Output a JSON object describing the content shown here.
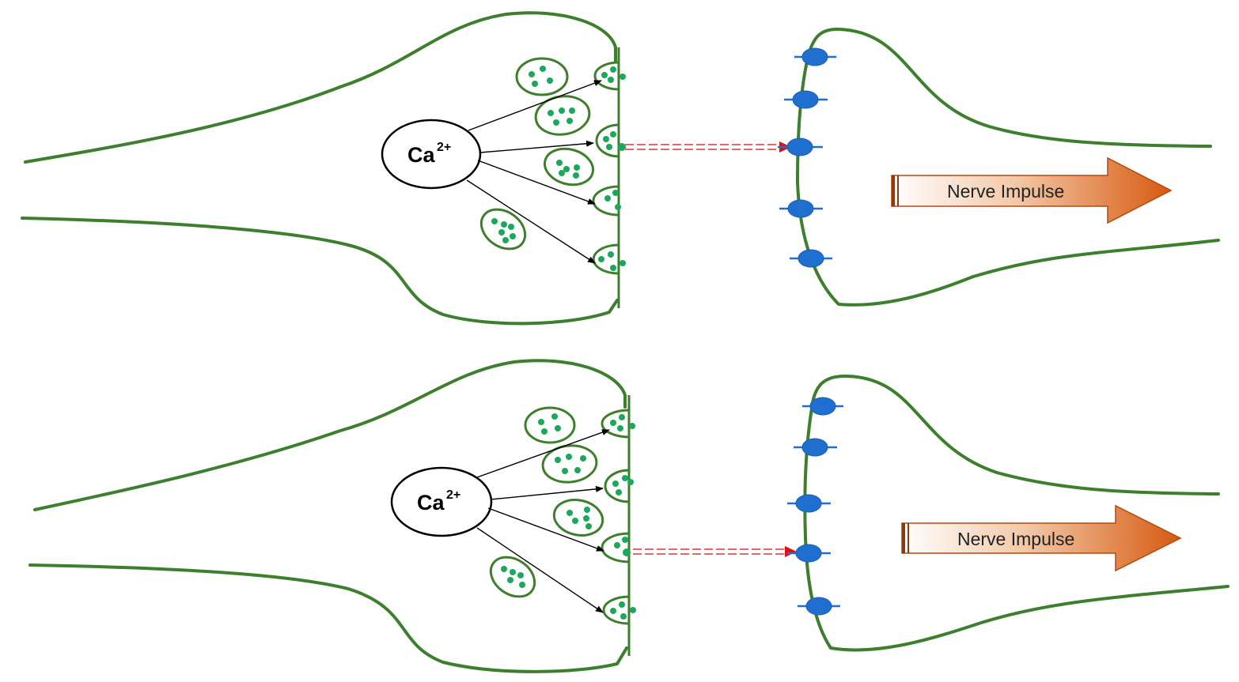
{
  "panels": [
    {
      "ion_label": "Ca",
      "ion_charge": "2+",
      "impulse_label": "Nerve Impulse"
    },
    {
      "ion_label": "Ca",
      "ion_charge": "2+",
      "impulse_label": "Nerve Impulse"
    }
  ],
  "colors": {
    "membrane": "#3e7f2e",
    "neurotransmitter": "#1aa85a",
    "receptor": "#1f6fd0",
    "signal": "#d43a3a",
    "impulse_arrow": "#d65a10"
  }
}
